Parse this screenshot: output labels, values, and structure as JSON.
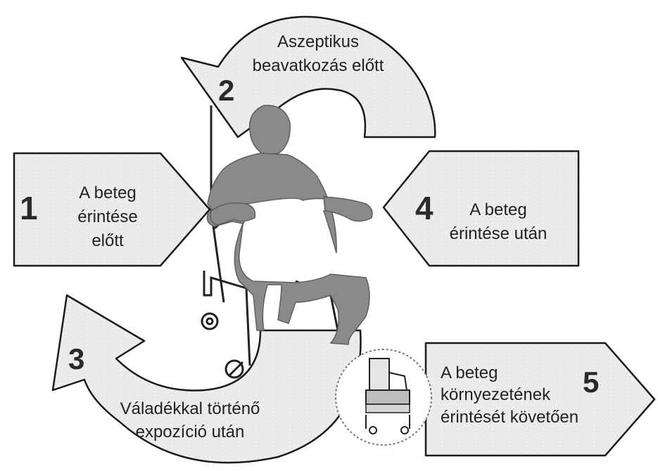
{
  "moments": [
    {
      "number": "1",
      "lines": [
        "A beteg",
        "érintése",
        "előtt"
      ]
    },
    {
      "number": "2",
      "lines": [
        "Aszeptikus",
        "beavatkozás előtt"
      ]
    },
    {
      "number": "3",
      "lines": [
        "Váladékkal történő",
        "expozíció után"
      ]
    },
    {
      "number": "4",
      "lines": [
        "A beteg",
        "érintése után"
      ]
    },
    {
      "number": "5",
      "lines": [
        "A beteg",
        "környezetének",
        "érintését követően"
      ]
    }
  ],
  "colors": {
    "shape_fill": "#ececec",
    "shape_stroke": "#1a1a1a",
    "figure_fill": "#8a8a8a",
    "text": "#222222"
  }
}
